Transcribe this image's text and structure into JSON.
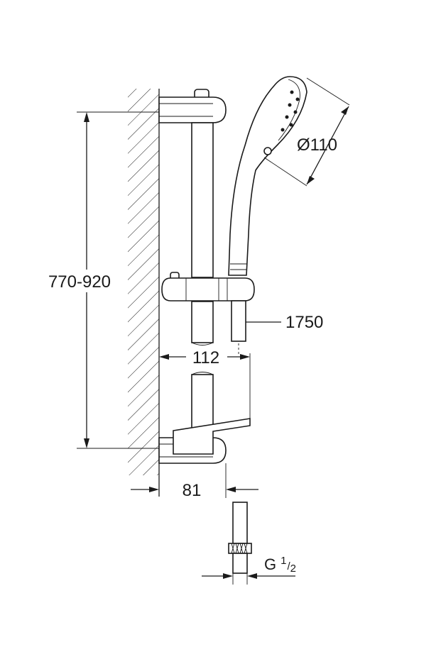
{
  "dimensions": {
    "height_range": "770-920",
    "head_diameter": "Ø110",
    "hose_length": "1750",
    "bar_projection": "112",
    "bracket_depth": "81",
    "thread_prefix": "G",
    "thread_numerator": "1",
    "thread_denominator": "2"
  },
  "colors": {
    "line": "#1a1a1a",
    "background": "#ffffff"
  }
}
